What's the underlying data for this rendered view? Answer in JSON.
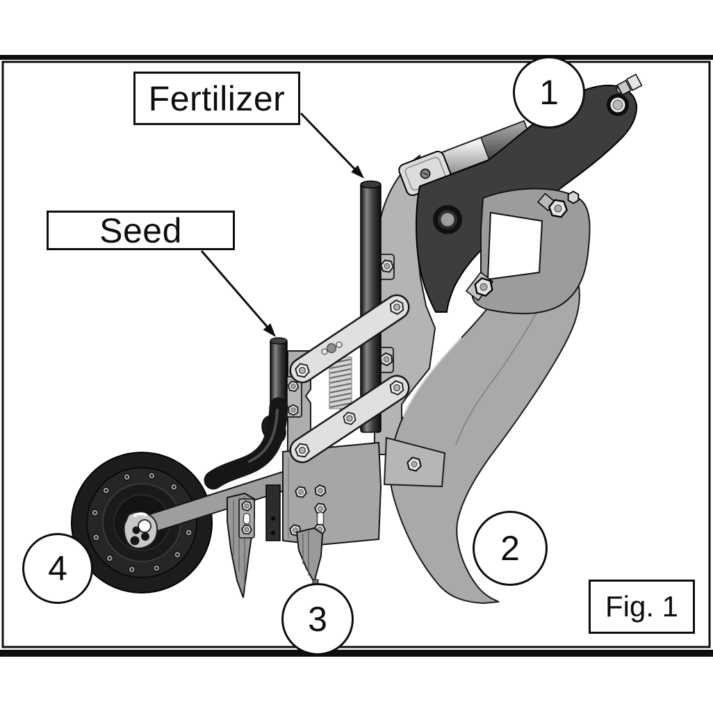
{
  "figure": {
    "caption": "Fig. 1",
    "labels": {
      "fertilizer": "Fertilizer",
      "seed": "Seed"
    },
    "callouts": [
      {
        "number": "1"
      },
      {
        "number": "2"
      },
      {
        "number": "3"
      },
      {
        "number": "4"
      }
    ],
    "colors": {
      "background": "#ffffff",
      "line": "#0d0d0d",
      "frame_gray": "#b4b4b4",
      "shank_gray": "#a9a9a9",
      "dark_arm": "#3d3d3d",
      "tire_black": "#1c1c1c",
      "link_bar": "#e0e0e0",
      "cylinder_silver": "#f2f2f2"
    }
  }
}
